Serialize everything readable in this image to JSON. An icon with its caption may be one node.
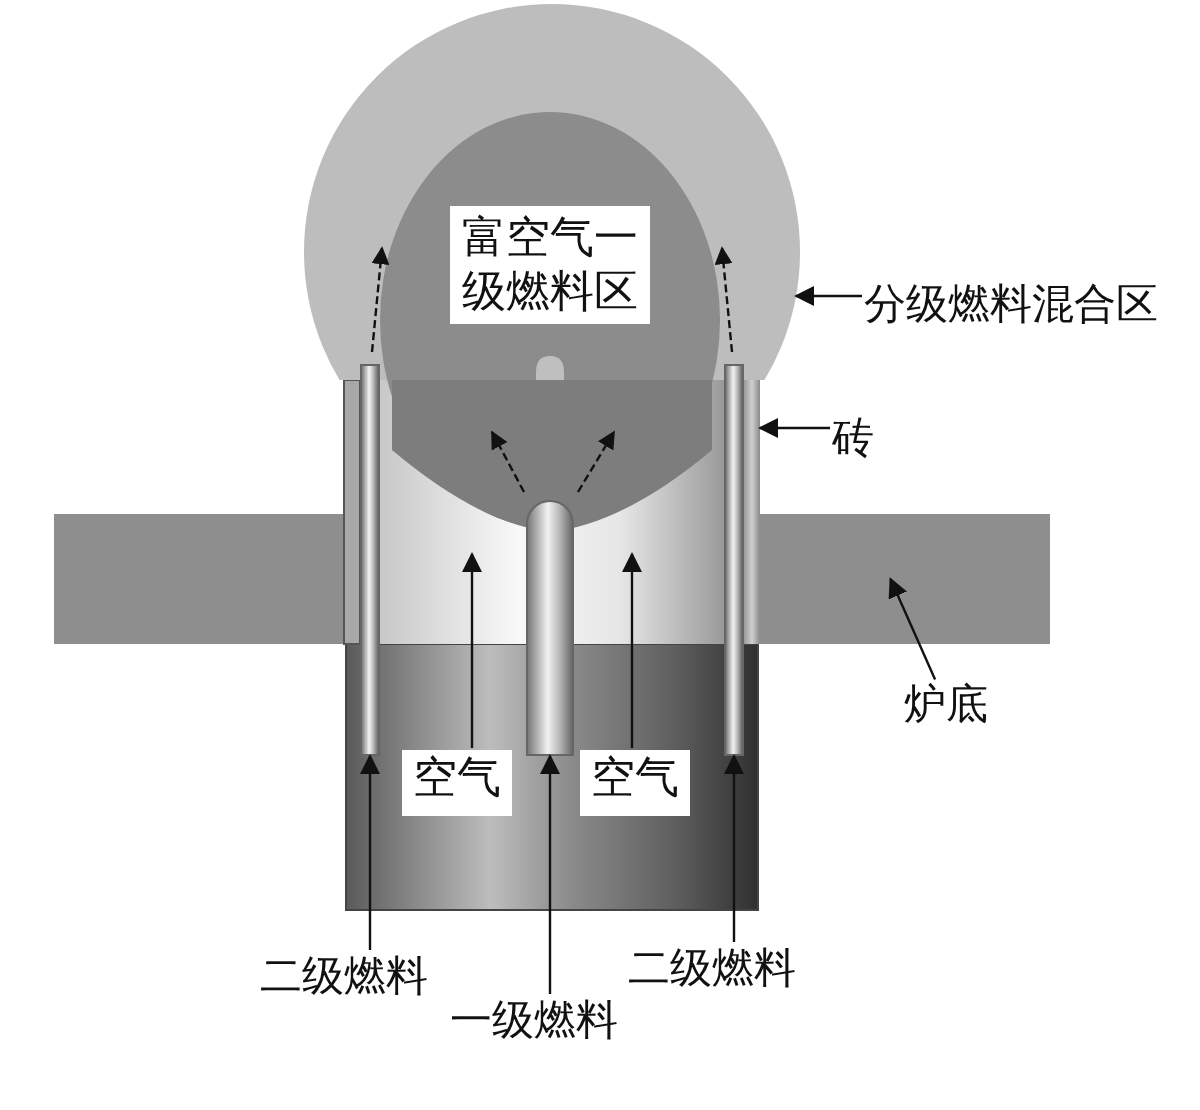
{
  "diagram": {
    "nodes": [
      {
        "text": [
          "富空气一级燃料区"
        ],
        "in": 9
      },
      {
        "text": [
          "分级燃料混合区"
        ]
      },
      {
        "text": [
          "砖"
        ]
      },
      {
        "text": [
          "炉底"
        ]
      },
      {
        "text": [
          "空气"
        ]
      },
      {
        "text": [
          "空气"
        ]
      },
      {
        "text": [
          "二级燃料"
        ]
      },
      {
        "text": [
          "一级燃料"
        ]
      },
      {
        "text": [
          "二级燃料"
        ]
      },
      {
        "text": [],
        "shape": "circle"
      },
      {
        "text": [],
        "shape": "bar"
      },
      {
        "text": [],
        "shape": "bar"
      },
      {
        "text": [],
        "shape": "bar"
      },
      {
        "text": [],
        "shape": "bar"
      },
      {
        "text": [],
        "shape": "bar"
      },
      {
        "text": [],
        "shape": "bar"
      }
    ],
    "edges": [
      {
        "from": 1,
        "to": 9,
        "arrow": "to"
      },
      {
        "from": 2,
        "to": 10,
        "arrow": "to"
      },
      {
        "from": 3,
        "to": 12,
        "arrow": "to"
      },
      {
        "from": 4,
        "to": null,
        "arrow": "to"
      },
      {
        "from": 5,
        "to": null,
        "arrow": "to"
      },
      {
        "from": 6,
        "to": 13,
        "arrow": "to"
      },
      {
        "from": 7,
        "to": 14,
        "arrow": "to"
      },
      {
        "from": 8,
        "to": 15,
        "arrow": "to"
      }
    ]
  }
}
